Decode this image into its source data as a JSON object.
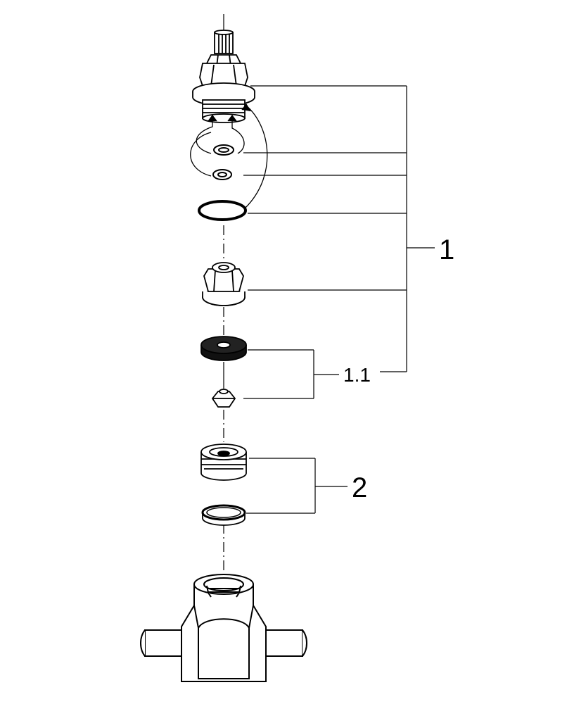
{
  "callouts": {
    "main_assembly": "1",
    "sub_assembly": "1.1",
    "seat_assembly": "2"
  },
  "parts": [
    {
      "name": "cartridge-head-icon"
    },
    {
      "name": "small-o-ring-upper-icon"
    },
    {
      "name": "small-o-ring-lower-icon"
    },
    {
      "name": "large-o-ring-icon"
    },
    {
      "name": "hex-nut-body-icon"
    },
    {
      "name": "washer-disc-icon"
    },
    {
      "name": "small-hex-nut-icon"
    },
    {
      "name": "valve-seat-icon"
    },
    {
      "name": "seat-gasket-icon"
    },
    {
      "name": "valve-body-icon"
    }
  ],
  "colors": {
    "line": "#000000",
    "fill": "#ffffff",
    "shade": "#d0d0d0",
    "dark": "#222222"
  }
}
